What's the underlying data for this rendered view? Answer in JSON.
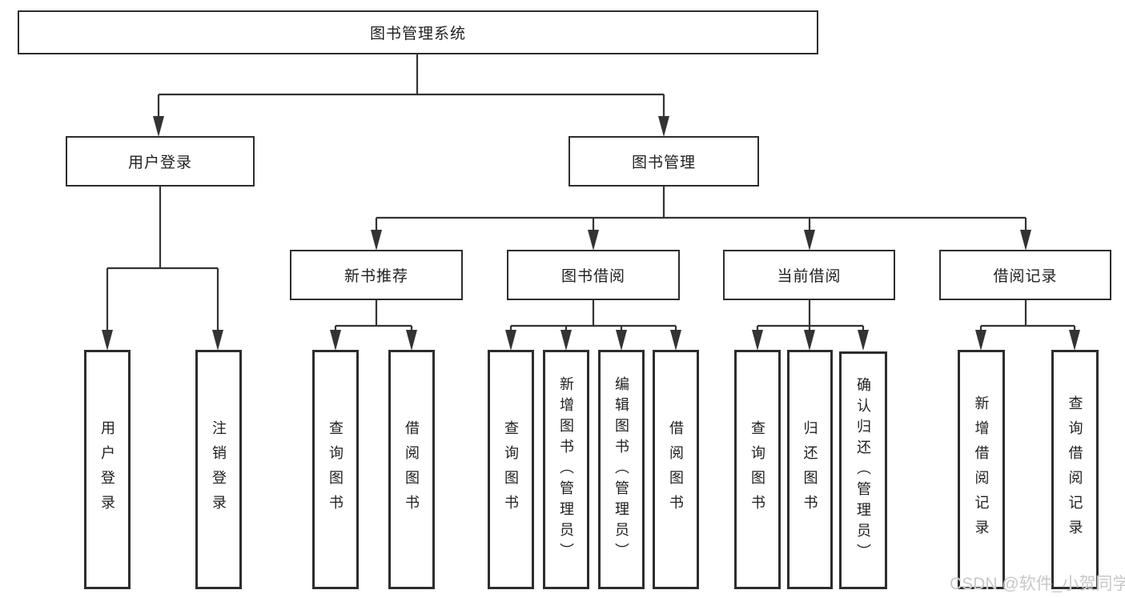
{
  "diagram": {
    "root": {
      "label": "图书管理系统"
    },
    "level2": [
      {
        "label": "用户登录"
      },
      {
        "label": "图书管理"
      }
    ],
    "level3": [
      {
        "label": "新书推荐"
      },
      {
        "label": "图书借阅"
      },
      {
        "label": "当前借阅"
      },
      {
        "label": "借阅记录"
      }
    ],
    "leaves": [
      {
        "label": "用户登录"
      },
      {
        "label": "注销登录"
      },
      {
        "label": "查询图书"
      },
      {
        "label": "借阅图书"
      },
      {
        "label": "查询图书"
      },
      {
        "label": "新增图书（管理员）"
      },
      {
        "label": "编辑图书（管理员）"
      },
      {
        "label": "借阅图书"
      },
      {
        "label": "查询图书"
      },
      {
        "label": "归还图书"
      },
      {
        "label": "确认归还（管理员）"
      },
      {
        "label": "新增借阅记录"
      },
      {
        "label": "查询借阅记录"
      }
    ]
  },
  "watermark": {
    "text": "CSDN @软件_小贺同学"
  },
  "colors": {
    "line": "#333333",
    "box_border": "#2d2d2d",
    "text": "#1f1f1f",
    "watermark": "#c8c8c8",
    "background": "#ffffff"
  }
}
